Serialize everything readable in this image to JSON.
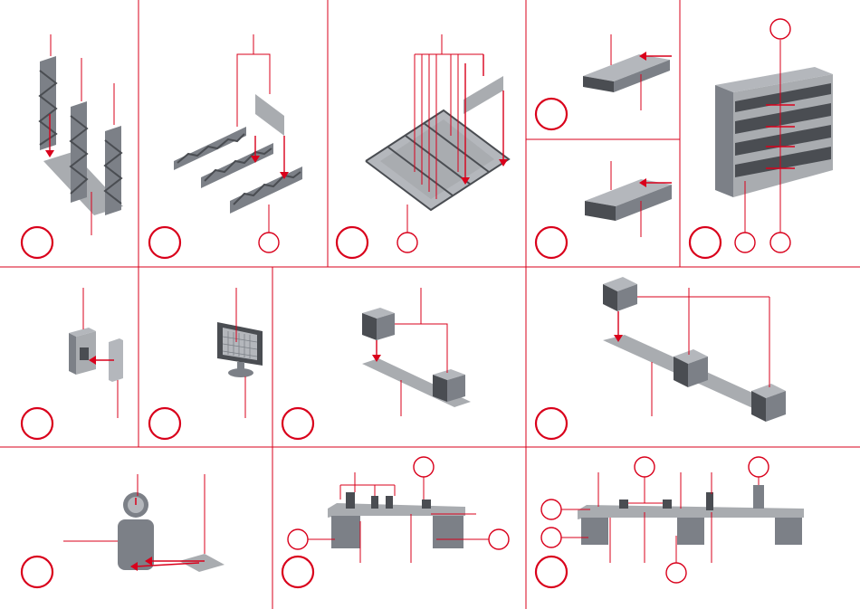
{
  "colors": {
    "accent": "#d9001b",
    "part_dark": "#4a4d52",
    "part_mid": "#7c8087",
    "part_light": "#b4b7bc",
    "plate": "#a9acb0"
  },
  "panels": [
    {
      "id": "step-frame-assembly",
      "callouts": 1,
      "parts": "uprights-and-base"
    },
    {
      "id": "step-shelf-rails",
      "callouts": 2,
      "parts": "trusses-and-plate"
    },
    {
      "id": "step-shelf-frame",
      "callouts": 2,
      "parts": "truss-frame"
    },
    {
      "id": "step-tray-a",
      "callouts": 1,
      "parts": "bin-tray"
    },
    {
      "id": "step-tray-b",
      "callouts": 1,
      "parts": "bin-tray"
    },
    {
      "id": "step-rack-complete",
      "callouts": 4,
      "parts": "shelving-rack"
    },
    {
      "id": "step-panel-switch",
      "callouts": 1,
      "parts": "wall-box-and-switch"
    },
    {
      "id": "step-monitor",
      "callouts": 1,
      "parts": "monitor-on-stand"
    },
    {
      "id": "step-short-workbench",
      "callouts": 1,
      "parts": "plank-and-drawer-cabinets"
    },
    {
      "id": "step-long-workbench",
      "callouts": 1,
      "parts": "plank-and-drawer-cabinets"
    },
    {
      "id": "step-clock-cabinet",
      "callouts": 1,
      "parts": "clock-cabinet-and-plate"
    },
    {
      "id": "step-desk-short",
      "callouts": 4,
      "parts": "desk-with-tools"
    },
    {
      "id": "step-desk-long",
      "callouts": 6,
      "parts": "desk-with-tools"
    }
  ]
}
